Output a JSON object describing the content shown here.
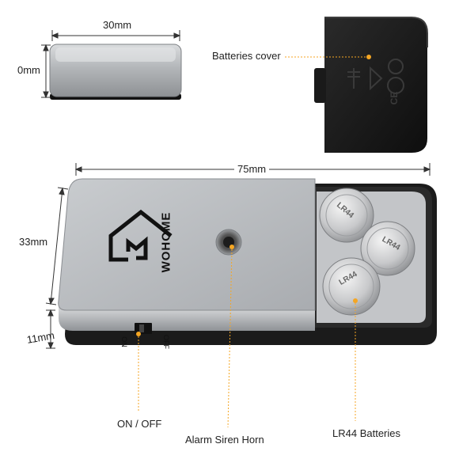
{
  "dimensions": {
    "magnet_width": "30mm",
    "magnet_height": "0mm",
    "main_length": "75mm",
    "main_width": "33mm",
    "main_thickness": "11mm"
  },
  "brand": {
    "name": "WOHOME"
  },
  "switch": {
    "on": "ON",
    "off": "OFF"
  },
  "battery_marking": "LR44",
  "cover_marking": "CE",
  "callouts": {
    "batteries_cover": "Batteries cover",
    "on_off": "ON / OFF",
    "alarm_siren_horn": "Alarm Siren Horn",
    "lr44_batteries": "LR44 Batteries"
  },
  "colors": {
    "callout_dot": "#f5a623",
    "silver": "#b9bcbf",
    "black_body": "#1b1b1b"
  }
}
